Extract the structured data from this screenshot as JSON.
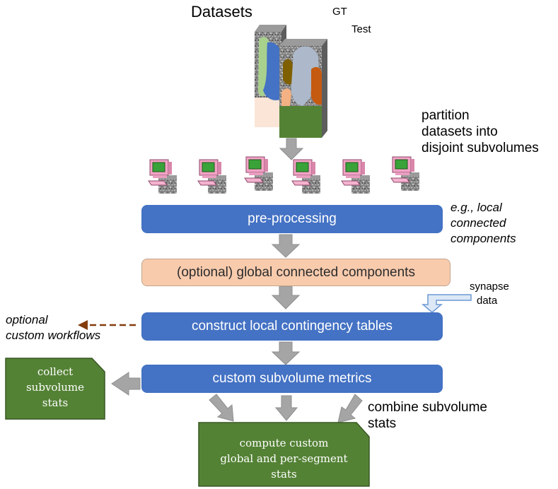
{
  "title": "Datasets",
  "gt_label": "GT",
  "test_label": "Test",
  "partition_note": [
    "partition",
    "datasets into",
    "disjoint subvolumes"
  ],
  "steps": {
    "preprocessing": "pre-processing",
    "global_cc": "(optional) global connected components",
    "contingency": "construct local contingency tables",
    "custom_metrics": "custom subvolume metrics"
  },
  "preprocessing_note": [
    "e.g., local",
    "connected",
    "components"
  ],
  "synapse_note": [
    "synapse",
    "data"
  ],
  "optional_note": [
    "optional",
    "custom workflows"
  ],
  "collect_box": [
    "collect",
    "subvolume",
    "stats"
  ],
  "combine_note": [
    "combine subvolume",
    "stats"
  ],
  "compute_box": [
    "compute custom",
    "global and per-segment",
    "stats"
  ],
  "colors": {
    "step_blue": "#4472c4",
    "optional_peach": "#f8cbad",
    "output_green": "#548235",
    "arrow_gray": "#a5a5a5",
    "custom_arrow": "#843c0c"
  },
  "computer_count": 6
}
